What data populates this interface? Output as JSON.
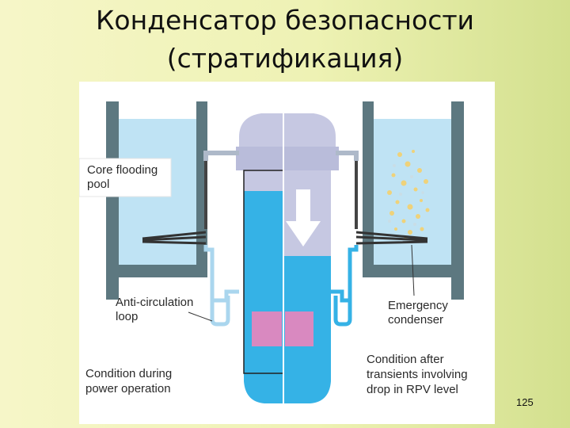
{
  "slide": {
    "title_line1": "Конденсатор безопасности",
    "title_line2": "(стратификация)",
    "page_number": "125"
  },
  "diagram": {
    "labels": {
      "core_flooding_pool": [
        "Core flooding",
        "pool"
      ],
      "anti_circulation_loop": [
        "Anti-circulation",
        "loop"
      ],
      "emergency_condenser": [
        "Emergency",
        "condenser"
      ],
      "condition_power_operation": [
        "Condition during",
        "power operation"
      ],
      "condition_after_transients": [
        "Condition after",
        "transients involving",
        "drop in RPV level"
      ]
    },
    "colors": {
      "pool_water": "#bfe3f4",
      "pool_wall": "#5d7880",
      "vessel_head": "#c6c8e2",
      "reactor_water": "#35b2e6",
      "core": "#d989c0",
      "pipe": "#444444",
      "bubbles": "#efd27a"
    }
  }
}
